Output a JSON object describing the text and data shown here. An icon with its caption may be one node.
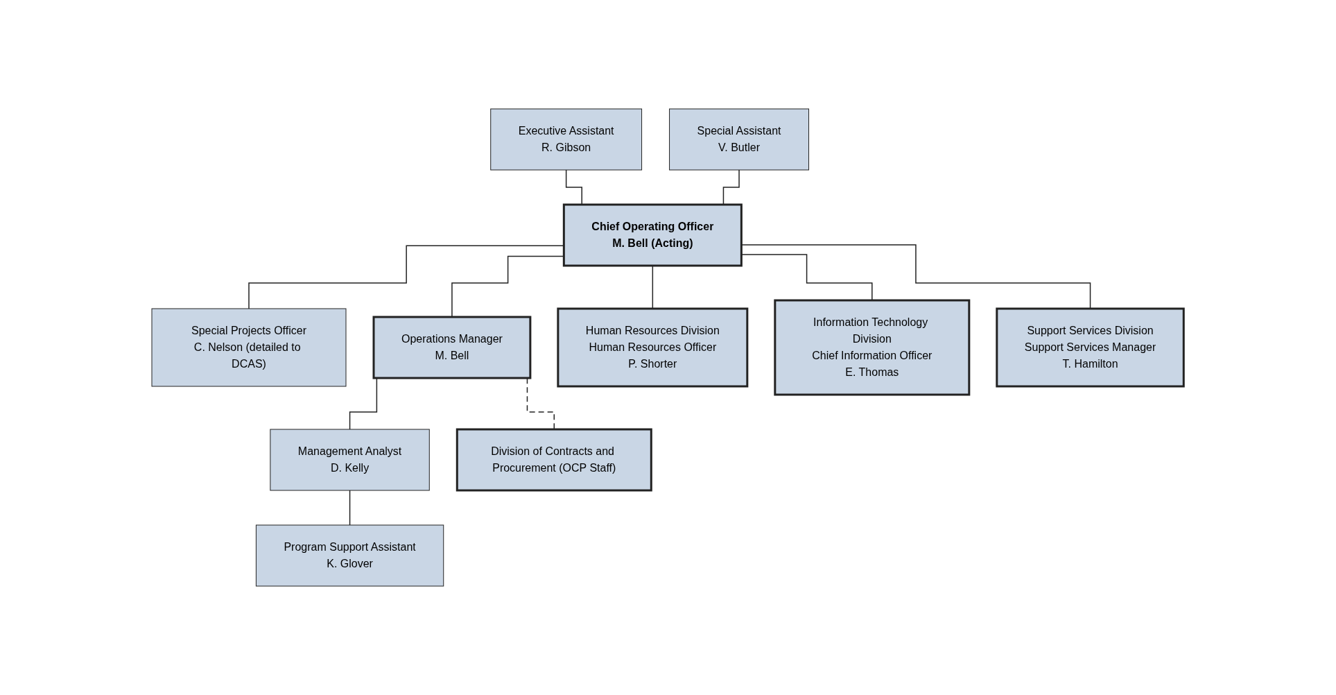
{
  "diagram": {
    "nodes": [
      {
        "text": [
          "Executive Assistant",
          "R. Gibson"
        ]
      },
      {
        "text": [
          "Chief Operating Officer",
          "M. Bell (Acting)"
        ]
      },
      {
        "text": [
          "Special Assistant",
          "V. Butler"
        ]
      },
      {
        "text": [
          "Special Projects Officer",
          "C. Nelson (detailed to DCAS)"
        ]
      },
      {
        "text": [
          "Operations Manager",
          "M. Bell"
        ]
      },
      {
        "text": [
          "Human Resources Division",
          "Human Resources Officer",
          "P. Shorter"
        ]
      },
      {
        "text": [
          "Information Technology Division",
          "Chief Information Officer",
          "E. Thomas"
        ]
      },
      {
        "text": [
          "Support Services Division",
          "Support Services Manager",
          "T. Hamilton"
        ]
      },
      {
        "text": [
          "Management Analyst",
          "D. Kelly"
        ]
      },
      {
        "text": [
          "Division of Contracts and Procurement (OCP Staff)"
        ]
      },
      {
        "text": [
          "Program Support Assistant",
          "K. Glover"
        ]
      }
    ],
    "edges": [
      {
        "from": 0,
        "to": 1,
        "arrow": "none"
      },
      {
        "from": 2,
        "to": 1,
        "arrow": "none"
      },
      {
        "from": 1,
        "to": 3,
        "arrow": "none"
      },
      {
        "from": 1,
        "to": 4,
        "arrow": "none"
      },
      {
        "from": 1,
        "to": 5,
        "arrow": "none"
      },
      {
        "from": 1,
        "to": 6,
        "arrow": "none"
      },
      {
        "from": 1,
        "to": 7,
        "arrow": "none"
      },
      {
        "from": 4,
        "to": 8,
        "arrow": "none"
      },
      {
        "from": 4,
        "to": 9,
        "arrow": "none",
        "style": "dashed"
      },
      {
        "from": 8,
        "to": 10,
        "arrow": "none"
      }
    ]
  }
}
